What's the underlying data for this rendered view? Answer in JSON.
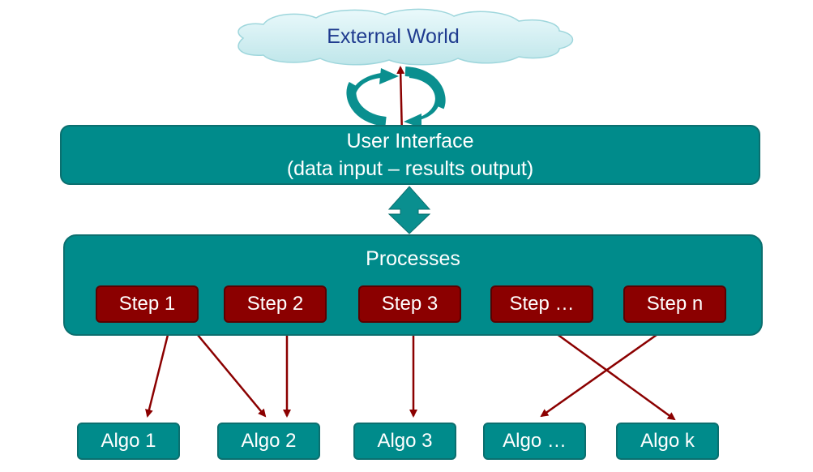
{
  "external_world": "External World",
  "user_interface": {
    "title": "User Interface",
    "subtitle": "(data input – results output)"
  },
  "processes": {
    "title": "Processes",
    "steps": [
      "Step 1",
      "Step 2",
      "Step 3",
      "Step …",
      "Step n"
    ]
  },
  "algos": [
    "Algo 1",
    "Algo 2",
    "Algo 3",
    "Algo …",
    "Algo k"
  ],
  "colors": {
    "teal": "#008b8b",
    "dark_red": "#8b0000",
    "arrow_red": "#8b0000",
    "cloud": "#d6f2f5",
    "label_blue": "#1f3b8f"
  }
}
